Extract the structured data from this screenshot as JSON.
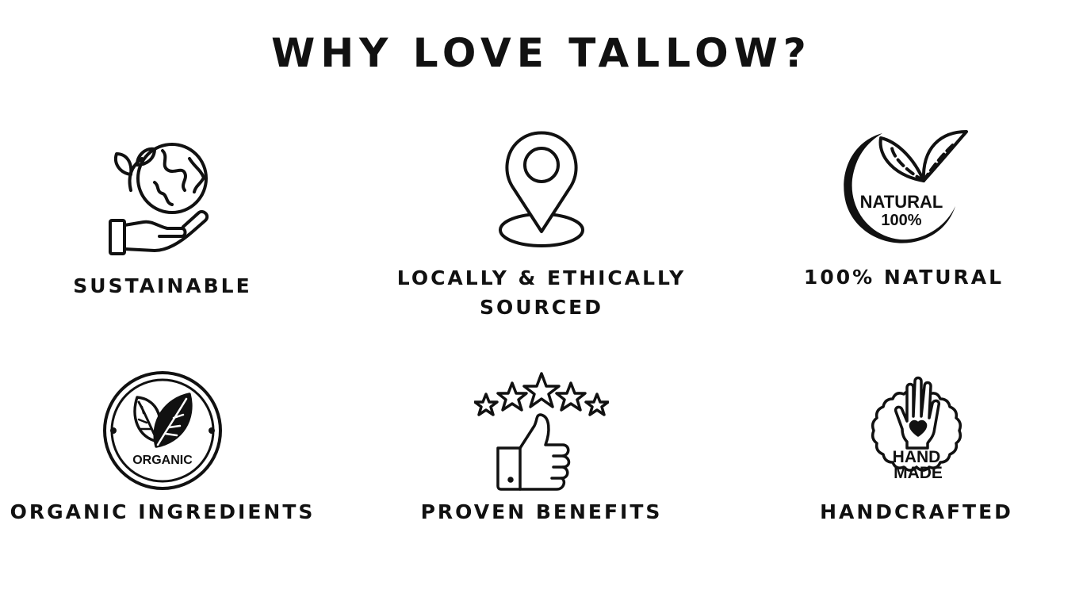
{
  "page": {
    "title": "WHY LOVE TALLOW?"
  },
  "features": [
    {
      "label": "SUSTAINABLE",
      "icon": "earth-hand-icon"
    },
    {
      "label": "LOCALLY & ETHICALLY SOURCED",
      "icon": "location-pin-icon"
    },
    {
      "label": "100% NATURAL",
      "icon": "natural-leaf-badge-icon"
    },
    {
      "label": "ORGANIC INGREDIENTS",
      "icon": "organic-badge-icon"
    },
    {
      "label": "PROVEN BENEFITS",
      "icon": "thumbs-up-stars-icon"
    },
    {
      "label": "HANDCRAFTED",
      "icon": "handmade-badge-icon"
    }
  ],
  "badges": {
    "natural_line1": "NATURAL",
    "natural_line2": "100%",
    "organic": "ORGANIC",
    "hand": "HAND",
    "made": "MADE"
  },
  "colors": {
    "text": "#111111",
    "background": "#ffffff"
  }
}
